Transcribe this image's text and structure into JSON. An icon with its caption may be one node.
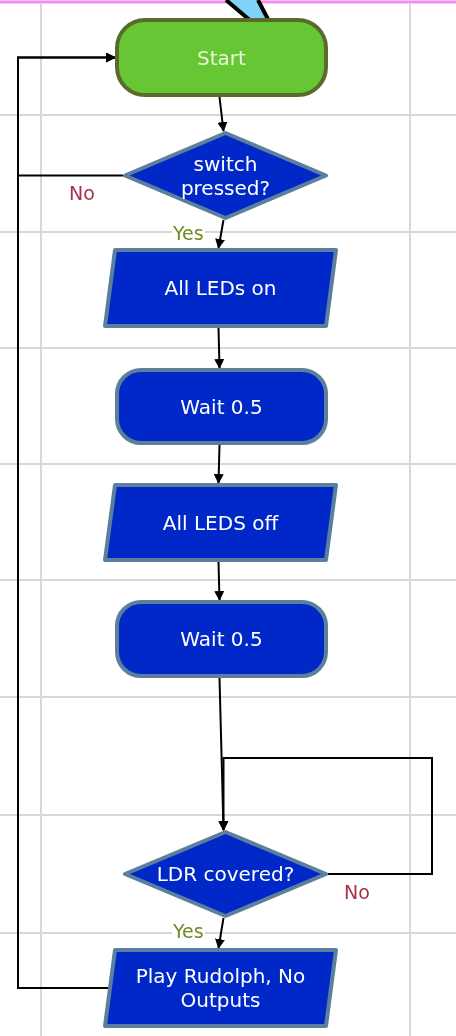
{
  "diagram": {
    "nodes": [
      {
        "text": [
          "Start"
        ]
      },
      {
        "text": [
          "switch pressed?"
        ]
      },
      {
        "text": [
          "All LEDs on"
        ]
      },
      {
        "text": [
          "Wait 0.5"
        ]
      },
      {
        "text": [
          "All LEDS off"
        ]
      },
      {
        "text": [
          "Wait 0.5"
        ]
      },
      {
        "text": [
          "LDR covered?"
        ]
      },
      {
        "text": [
          "Play Rudolph, No Outputs"
        ]
      }
    ],
    "edges": [
      {
        "from": 0,
        "to": 1,
        "arrow": "to"
      },
      {
        "from": 1,
        "to": 2,
        "arrow": "to",
        "label": "Yes"
      },
      {
        "from": 1,
        "to": 0,
        "arrow": "to",
        "label": "No"
      },
      {
        "from": 2,
        "to": 3,
        "arrow": "to"
      },
      {
        "from": 3,
        "to": 4,
        "arrow": "to"
      },
      {
        "from": 4,
        "to": 5,
        "arrow": "to"
      },
      {
        "from": 5,
        "to": 6,
        "arrow": "to"
      },
      {
        "from": 6,
        "to": 6,
        "arrow": "to",
        "label": "No"
      },
      {
        "from": 6,
        "to": 7,
        "arrow": "to",
        "label": "Yes"
      },
      {
        "from": 7,
        "to": 0,
        "arrow": "to"
      }
    ]
  }
}
